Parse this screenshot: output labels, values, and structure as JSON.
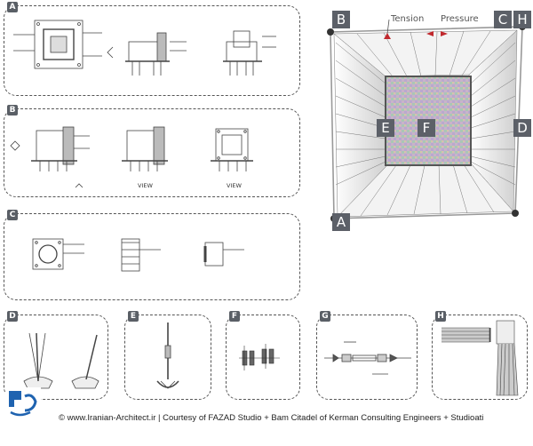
{
  "panels": [
    {
      "tag": "A"
    },
    {
      "tag": "B"
    },
    {
      "tag": "C"
    },
    {
      "tag": "D"
    },
    {
      "tag": "E"
    },
    {
      "tag": "F"
    },
    {
      "tag": "G"
    },
    {
      "tag": "H"
    }
  ],
  "model": {
    "labels": [
      "B",
      "C",
      "H",
      "E",
      "F",
      "D",
      "A"
    ],
    "tension_label": "Tension",
    "pressure_label": "Pressure"
  },
  "view_labels": [
    "VIEW",
    "VIEW"
  ],
  "footer": "© www.Iranian-Architect.ir | Courtesy of FAZAD Studio + Bam Citadel of Kerman Consulting Engineers + Studioati",
  "colors": {
    "tag_bg": "#5a5f66",
    "arrow_red": "#c0282d",
    "logo_blue": "#1f63b0"
  }
}
